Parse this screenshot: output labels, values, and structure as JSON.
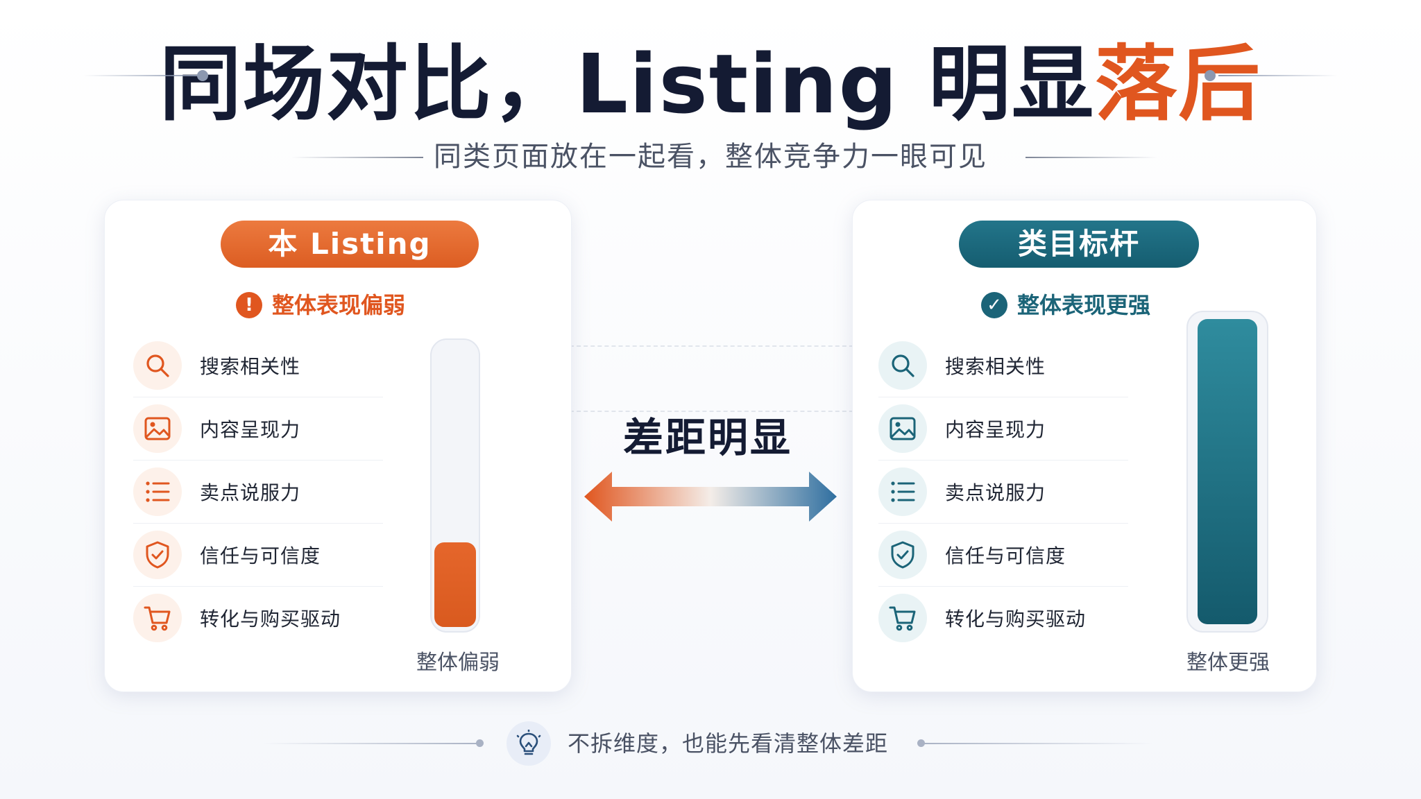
{
  "header": {
    "title_main": "同场对比，Listing 明显",
    "title_highlight": "落后",
    "subtitle": "同类页面放在一起看，整体竞争力一眼可见"
  },
  "left_panel": {
    "pill": "本 Listing",
    "status": "整体表现偏弱",
    "status_icon": "exclamation-icon",
    "bar_caption": "整体偏弱",
    "bar_level": 0.3,
    "accent": "#e0561f",
    "items": [
      {
        "label": "搜索相关性",
        "icon": "search-icon"
      },
      {
        "label": "内容呈现力",
        "icon": "image-icon"
      },
      {
        "label": "卖点说服力",
        "icon": "list-icon"
      },
      {
        "label": "信任与可信度",
        "icon": "shield-check-icon"
      },
      {
        "label": "转化与购买驱动",
        "icon": "cart-icon"
      }
    ]
  },
  "right_panel": {
    "pill": "类目标杆",
    "status": "整体表现更强",
    "status_icon": "check-circle-icon",
    "bar_caption": "整体更强",
    "bar_level": 1.0,
    "accent": "#1b6478",
    "items": [
      {
        "label": "搜索相关性",
        "icon": "search-icon"
      },
      {
        "label": "内容呈现力",
        "icon": "image-icon"
      },
      {
        "label": "卖点说服力",
        "icon": "list-icon"
      },
      {
        "label": "信任与可信度",
        "icon": "shield-check-icon"
      },
      {
        "label": "转化与购买驱动",
        "icon": "cart-icon"
      }
    ]
  },
  "comparison": {
    "label": "差距明显",
    "arrow_colors": [
      "#e0561f",
      "#2f6fa0"
    ]
  },
  "footer": {
    "text": "不拆维度，也能先看清整体差距",
    "icon": "lightbulb-icon"
  }
}
